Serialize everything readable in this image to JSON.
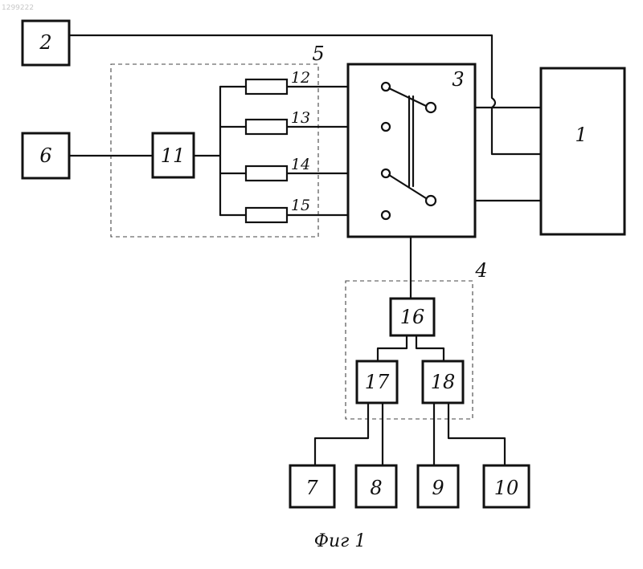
{
  "doc_number": "1299222",
  "caption": "Фиг 1",
  "blocks": {
    "b1": "1",
    "b2": "2",
    "b3": "3",
    "b4": "4",
    "b5": "5",
    "b6": "6",
    "b7": "7",
    "b8": "8",
    "b9": "9",
    "b10": "10",
    "b11": "11",
    "r12": "12",
    "r13": "13",
    "r14": "14",
    "r15": "15",
    "b16": "16",
    "b17": "17",
    "b18": "18"
  }
}
